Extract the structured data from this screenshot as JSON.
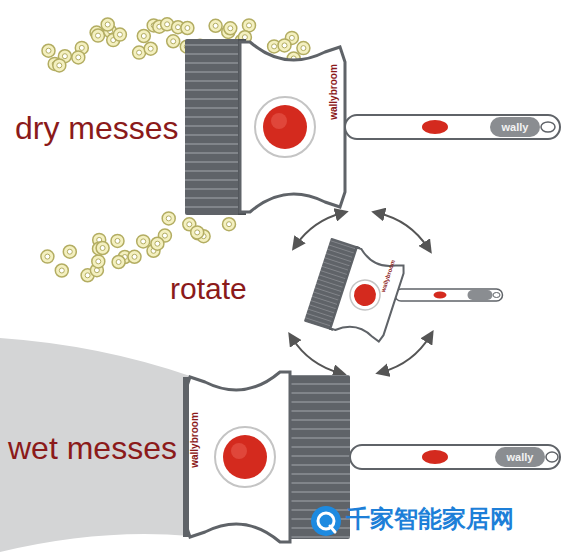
{
  "diagram": {
    "labels": [
      "dry messes",
      "wallybroom",
      "wally",
      "rotate",
      "wallybroom",
      "wet messes",
      "wallybroom",
      "wally",
      "千家智能家居网"
    ]
  }
}
